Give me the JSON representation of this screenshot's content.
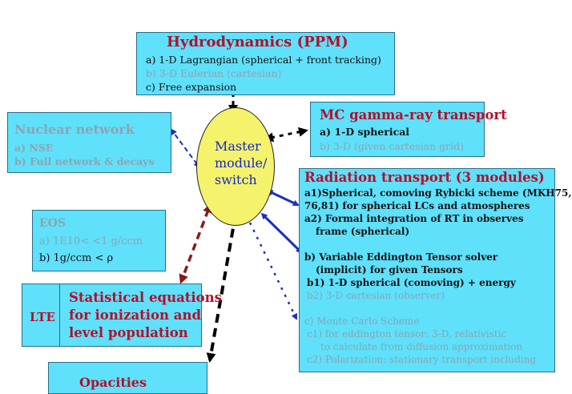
{
  "hydro": {
    "title": "Hydrodynamics (PPM)",
    "lines": [
      "a) 1-D Lagrangian (spherical + front tracking)",
      "b) 3-D Eulerian (cartesian)",
      "c) Free expansion"
    ]
  },
  "nuclear": {
    "title": "Nuclear network",
    "lines": [
      "a) NSE",
      "b) Full network  & decays"
    ]
  },
  "eos": {
    "title": "EOS",
    "lines": [
      "a) 1E10<   <1 g/ccm",
      "b) 1g/ccm < ρ"
    ]
  },
  "lte": {
    "label": "LTE",
    "lines": [
      "Statistical equations",
      "for ionization and",
      "level population"
    ]
  },
  "opacities": {
    "title": "Opacities"
  },
  "master": {
    "lines": [
      "Master",
      "module/",
      "switch"
    ]
  },
  "mc_gamma": {
    "title": "MC gamma-ray transport",
    "lines": [
      "a) 1-D spherical",
      "b) 3-D (given cartesian grid)"
    ]
  },
  "radiation": {
    "title": "Radiation transport (3 modules)",
    "lines": [
      "a1)Spherical, comoving Rybicki scheme (MKH75,",
      "76,81) for spherical LCs and atmospheres",
      "a2) Formal integration of RT in observes",
      "frame  (spherical)",
      "b) Variable Eddington Tensor solver",
      "(implicit) for given Tensors",
      "b1) 1-D spherical (comoving) + energy",
      "b2) 3-D cartesian (observer)",
      "c) Monte Carlo Scheme",
      "c1) for eddington tensor: 3-D, relativistic",
      "to calculate from diffusion approximation",
      "c2) Polarization: stationary transport including"
    ]
  },
  "colors": {
    "box_fill": "#5fe0fb",
    "title_red": "#b5102a",
    "master_fill": "#f4f36b",
    "master_text": "#1628c8",
    "arrow_blue": "#1a2fc0",
    "arrow_red": "#8b1a1a",
    "arrow_black": "#000000",
    "inactive_gray": "#8aa6b0"
  }
}
